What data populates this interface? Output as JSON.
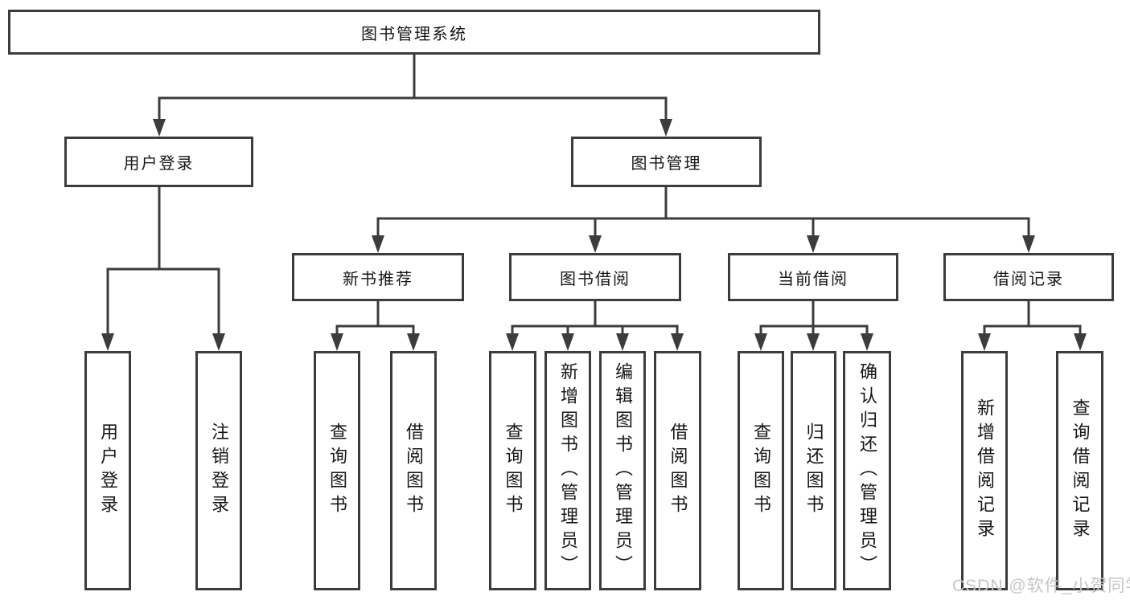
{
  "tree": {
    "label": "图书管理系统",
    "children": [
      {
        "label": "用户登录",
        "children": [
          {
            "label": "用户登录"
          },
          {
            "label": "注销登录"
          }
        ]
      },
      {
        "label": "图书管理",
        "children": [
          {
            "label": "新书推荐",
            "children": [
              {
                "label": "查询图书"
              },
              {
                "label": "借阅图书"
              }
            ]
          },
          {
            "label": "图书借阅",
            "children": [
              {
                "label": "查询图书"
              },
              {
                "label": "新增图书（管理员）"
              },
              {
                "label": "编辑图书（管理员）"
              },
              {
                "label": "借阅图书"
              }
            ]
          },
          {
            "label": "当前借阅",
            "children": [
              {
                "label": "查询图书"
              },
              {
                "label": "归还图书"
              },
              {
                "label": "确认归还（管理员）"
              }
            ]
          },
          {
            "label": "借阅记录",
            "children": [
              {
                "label": "新增借阅记录"
              },
              {
                "label": "查询借阅记录"
              }
            ]
          }
        ]
      }
    ]
  },
  "watermark": {
    "text": "CSDN @软件_小贺同学"
  },
  "colors": {
    "line": "#3c3c3c",
    "text": "#161616",
    "watermark": "#c6c6c6",
    "background": "#ffffff"
  }
}
